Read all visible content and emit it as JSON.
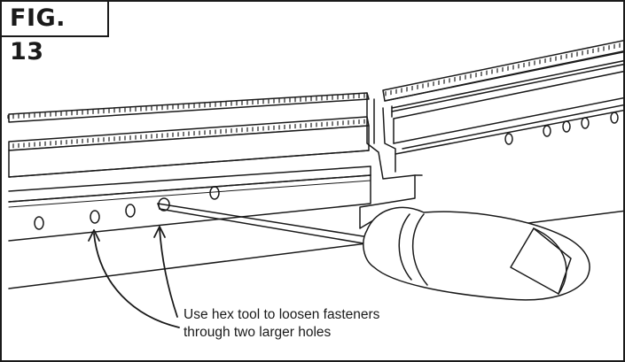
{
  "figure": {
    "label": "FIG. 13"
  },
  "callout": {
    "line1": "Use hex tool to loosen fasteners",
    "line2": "through two larger holes"
  },
  "style": {
    "line_color": "#1a1a1a",
    "background": "#ffffff"
  }
}
